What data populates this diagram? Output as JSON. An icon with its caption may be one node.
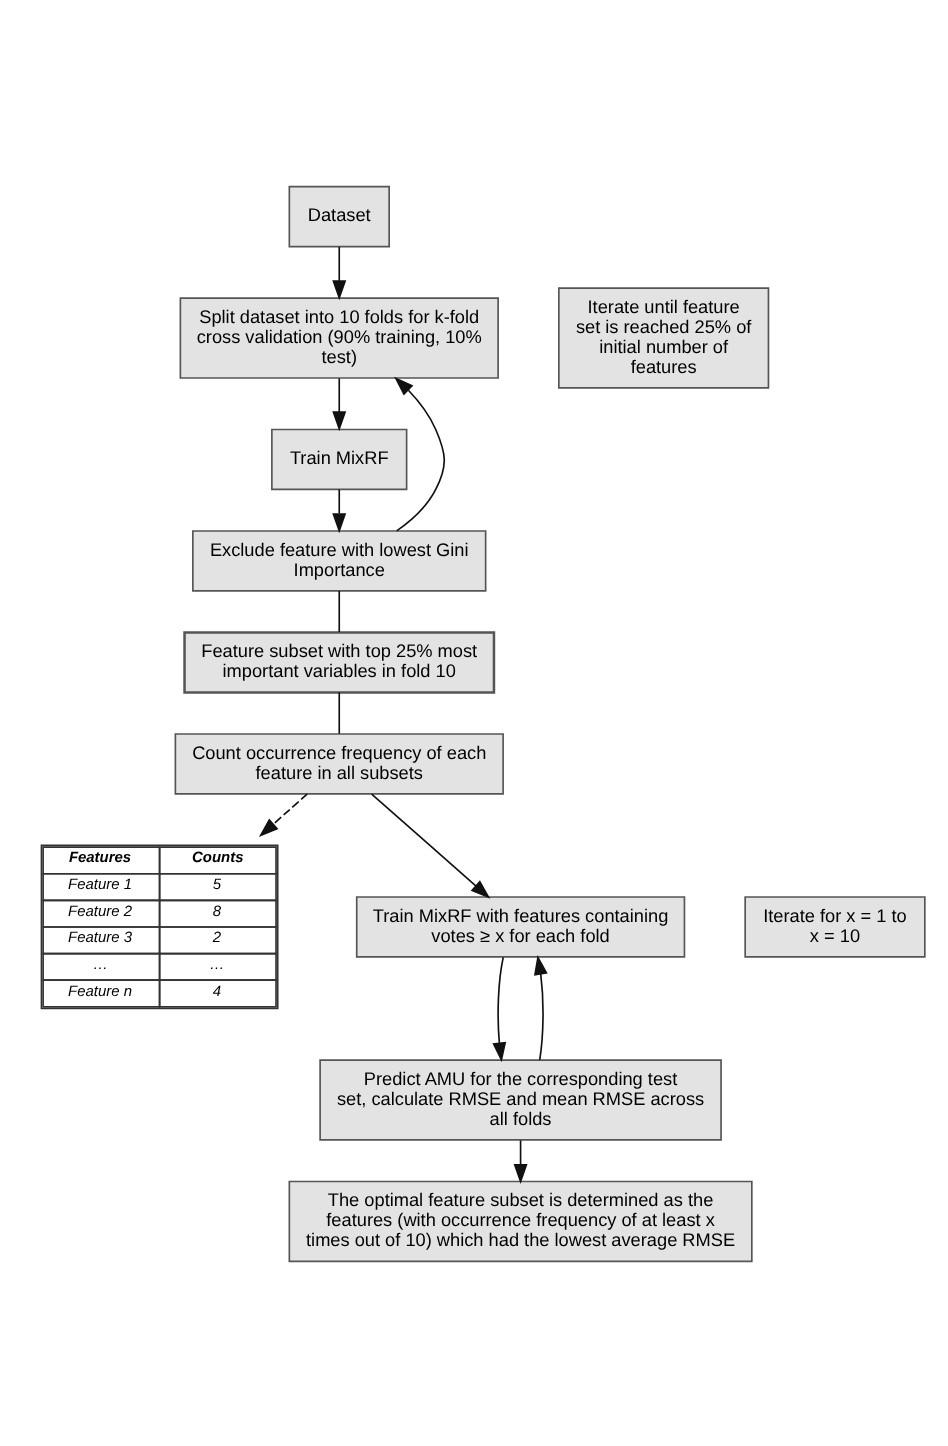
{
  "diagram": {
    "nodes": [
      {
        "text": [
          "Dataset"
        ]
      },
      {
        "text": [
          "Split dataset into 10 folds for k-fold cross validation (90% training, 10% test)"
        ]
      },
      {
        "text": [
          "Train MixRF"
        ]
      },
      {
        "text": [
          "Exclude feature with lowest Gini Importance"
        ]
      },
      {
        "text": [
          "Iterate until feature set is reached 25% of initial number of features"
        ]
      },
      {
        "text": [
          "Feature subset with top 25% most important variables in fold 10"
        ]
      },
      {
        "text": [
          "Count occurrence frequency of each feature in all subsets"
        ]
      },
      {
        "text": [
          "Features",
          "Counts",
          "Feature 1",
          "5",
          "Feature 2",
          "8",
          "Feature 3",
          "2",
          "…",
          "…",
          "Feature n",
          "4"
        ]
      },
      {
        "text": [
          "Train MixRF with features containing votes ≥ x for each fold"
        ]
      },
      {
        "text": [
          "Iterate for x = 1 to x = 10"
        ]
      },
      {
        "text": [
          "Predict AMU for the corresponding test set, calculate RMSE and mean RMSE across all folds"
        ]
      },
      {
        "text": [
          "The optimal feature subset is determined as the features (with occurrence frequency of at least x times out of 10) which had the lowest average RMSE"
        ]
      }
    ],
    "edges": [
      {
        "from": 0,
        "to": 1,
        "arrow": "to"
      },
      {
        "from": 1,
        "to": 2,
        "arrow": "to"
      },
      {
        "from": 2,
        "to": 3,
        "arrow": "to"
      },
      {
        "from": 3,
        "to": 1,
        "arrow": "to"
      },
      {
        "from": 3,
        "to": 5,
        "arrow": "none"
      },
      {
        "from": 5,
        "to": 6,
        "arrow": "none"
      },
      {
        "from": 6,
        "to": 7,
        "arrow": "to",
        "style": "dashed"
      },
      {
        "from": 6,
        "to": 8,
        "arrow": "to"
      },
      {
        "from": 8,
        "to": 10,
        "arrow": "to"
      },
      {
        "from": 10,
        "to": 8,
        "arrow": "to"
      },
      {
        "from": 10,
        "to": 11,
        "arrow": "to"
      }
    ]
  }
}
